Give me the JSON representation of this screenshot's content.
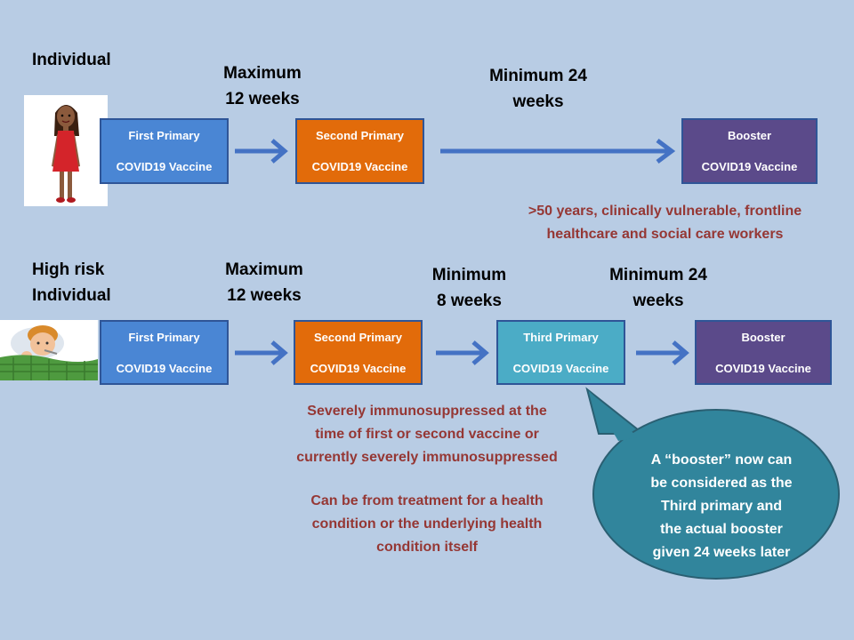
{
  "colors": {
    "background": "#b8cce4",
    "box_blue": "#4a86d4",
    "box_orange": "#e26b0a",
    "box_purple": "#5b4a8a",
    "box_teal": "#4bacc6",
    "arrow": "#4472c4",
    "note_text": "#953734",
    "callout": "#31859c"
  },
  "row1": {
    "label": "Individual",
    "avatar_icon": "woman-standing-icon",
    "interval1": [
      "Maximum",
      "12 weeks"
    ],
    "interval2": [
      "Minimum 24",
      "weeks"
    ],
    "boxes": [
      {
        "line1": "First  Primary",
        "line2": "COVID19 Vaccine"
      },
      {
        "line1": "Second Primary",
        "line2": "COVID19 Vaccine"
      },
      {
        "line1": "Booster",
        "line2": "COVID19 Vaccine"
      }
    ],
    "note": [
      ">50 years, clinically vulnerable, frontline",
      "healthcare and social care workers"
    ]
  },
  "row2": {
    "label": [
      "High risk",
      "Individual"
    ],
    "avatar_icon": "sick-boy-in-bed-icon",
    "interval1": [
      "Maximum",
      "12 weeks"
    ],
    "interval2": [
      "Minimum",
      "8 weeks"
    ],
    "interval3": [
      "Minimum 24",
      "weeks"
    ],
    "boxes": [
      {
        "line1": "First Primary",
        "line2": "COVID19 Vaccine"
      },
      {
        "line1": "Second Primary",
        "line2": "COVID19 Vaccine"
      },
      {
        "line1": "Third Primary",
        "line2": "COVID19 Vaccine"
      },
      {
        "line1": "Booster",
        "line2": "COVID19 Vaccine"
      }
    ],
    "note1": [
      "Severely immunosuppressed  at the",
      "time of first or second vaccine or",
      "currently severely immunosuppressed"
    ],
    "note2": [
      "Can be from treatment for a health",
      "condition  or the underlying  health",
      "condition  itself"
    ]
  },
  "callout": {
    "lines": [
      "A “booster” now can",
      "be considered as the",
      "Third primary and",
      "the actual booster",
      "given 24 weeks later"
    ]
  }
}
